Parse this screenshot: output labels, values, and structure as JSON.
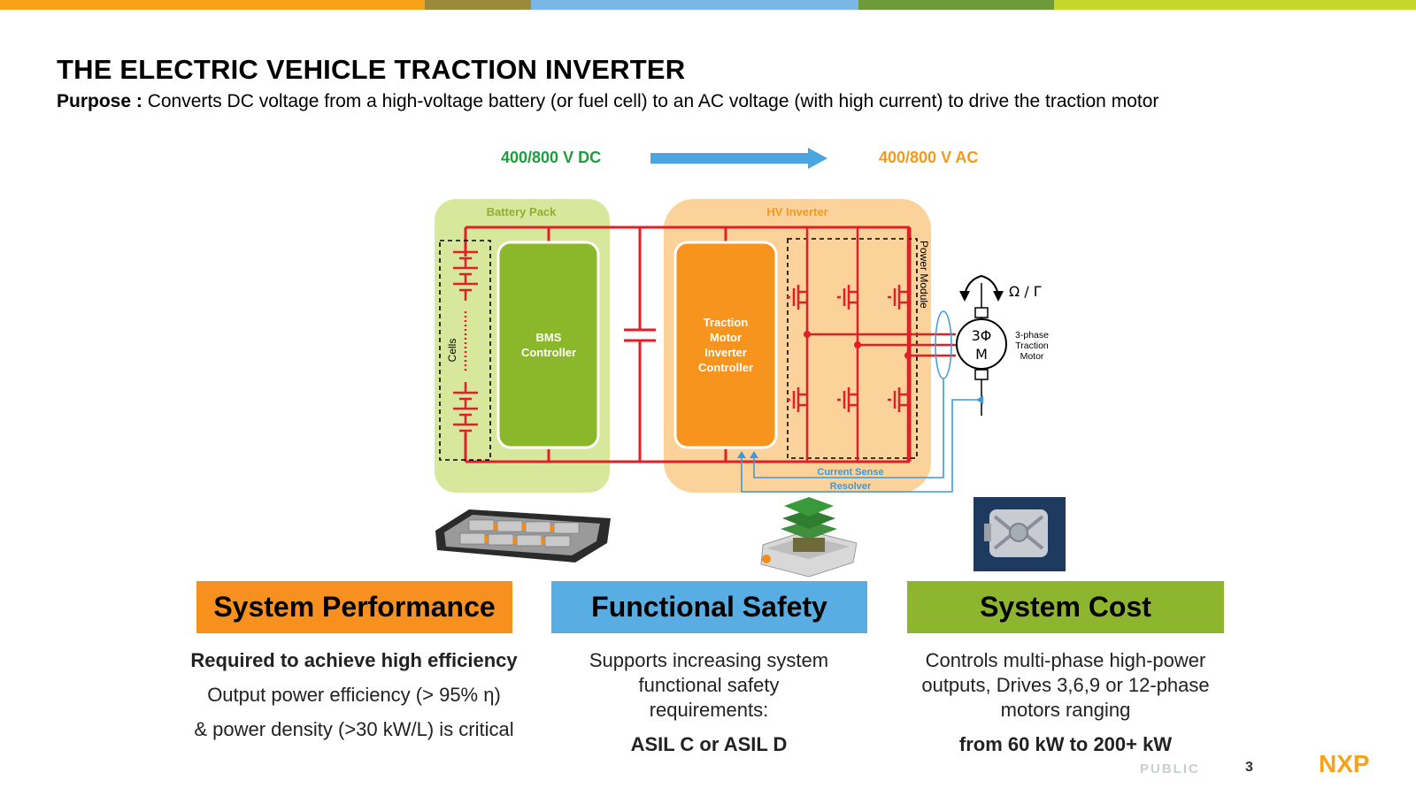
{
  "colors": {
    "topbar": [
      "#f7a21b",
      "#9b8a3c",
      "#7ab7e3",
      "#6f9a3a",
      "#c5d62c"
    ],
    "green": "#1f9d3d",
    "orange": "#f39a1c",
    "performance": "#f7901e",
    "safety": "#58ade3",
    "cost": "#8db52e",
    "wire": "#e41e26",
    "sense": "#3b9ad9"
  },
  "slide": {
    "title": "THE ELECTRIC VEHICLE TRACTION INVERTER",
    "purpose_label": "Purpose :",
    "purpose_text": " Converts DC voltage from a high-voltage battery (or fuel cell) to an AC voltage (with high current) to drive the traction motor"
  },
  "flow": {
    "dc_label": "400/800 V DC",
    "ac_label": "400/800 V AC"
  },
  "diagram": {
    "battery_pack": "Battery Pack",
    "cells": "Cells",
    "bms_line1": "BMS",
    "bms_line2": "Controller",
    "hv_inverter": "HV Inverter",
    "power_module": "Power Module",
    "tmic_lines": [
      "Traction",
      "Motor",
      "Inverter",
      "Controller"
    ],
    "motor_line1": "3Φ",
    "motor_line2": "M",
    "motor_label_lines": [
      "3-phase",
      "Traction",
      "Motor"
    ],
    "omega": "Ω / Γ",
    "current_sense": "Current Sense",
    "resolver": "Resolver"
  },
  "photos": {
    "battery": "battery-pack-photo",
    "inverter": "inverter-board-stack-photo",
    "motor": "traction-motor-photo"
  },
  "categories": [
    {
      "title": "System Performance",
      "lines": [
        {
          "text": "Required to achieve high efficiency",
          "bold": true
        },
        {
          "text": "Output power efficiency (> 95% η)",
          "bold": false
        },
        {
          "text": " & power density (>30 kW/L) is critical",
          "bold": false
        }
      ]
    },
    {
      "title": "Functional Safety",
      "lines": [
        {
          "text": "Supports increasing system functional safety requirements:",
          "bold": false
        },
        {
          "text": "ASIL C or ASIL D",
          "bold": true
        }
      ]
    },
    {
      "title": "System Cost",
      "lines": [
        {
          "text": "Controls multi-phase high-power outputs, Drives 3,6,9 or 12-phase motors ranging",
          "bold": false
        },
        {
          "text": "from 60 kW to 200+ kW",
          "bold": true
        }
      ]
    }
  ],
  "footer": {
    "classification": "PUBLIC",
    "page": "3",
    "logo": "NXP"
  }
}
